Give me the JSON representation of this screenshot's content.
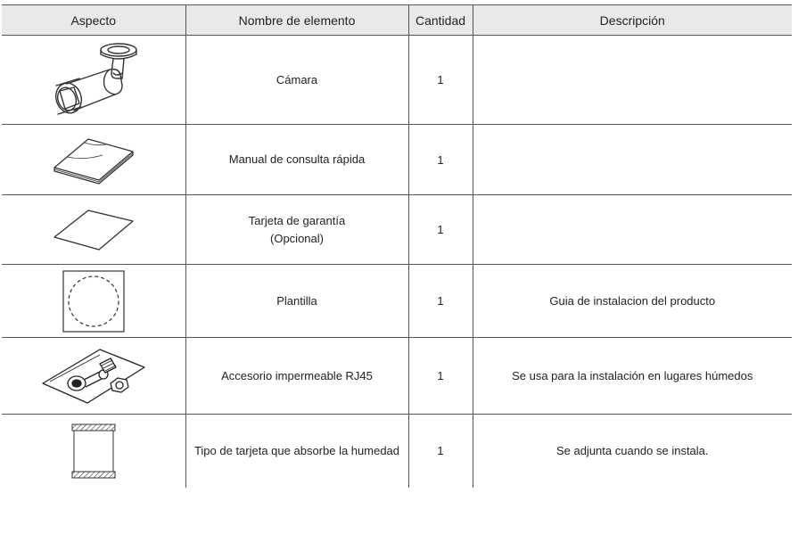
{
  "headers": {
    "appearance": "Aspecto",
    "item_name": "Nombre de elemento",
    "quantity": "Cantidad",
    "description": "Descripción"
  },
  "rows": [
    {
      "icon": "bullet-camera-icon",
      "name": "Cámara",
      "name2": "",
      "quantity": "1",
      "description": ""
    },
    {
      "icon": "booklet-icon",
      "name": "Manual de consulta rápida",
      "name2": "",
      "quantity": "1",
      "description": ""
    },
    {
      "icon": "warranty-card-icon",
      "name": "Tarjeta de garantía",
      "name2": "(Opcional)",
      "quantity": "1",
      "description": ""
    },
    {
      "icon": "template-icon",
      "name": "Plantilla",
      "name2": "",
      "quantity": "1",
      "description": "Guia de instalacion del producto"
    },
    {
      "icon": "waterproof-kit-icon",
      "name": "Accesorio impermeable RJ45",
      "name2": "",
      "quantity": "1",
      "description": "Se usa para la instalación en lugares húmedos"
    },
    {
      "icon": "desiccant-card-icon",
      "name": "Tipo de tarjeta que absorbe la humedad",
      "name2": "",
      "quantity": "1",
      "description": "Se adjunta cuando se instala."
    }
  ]
}
